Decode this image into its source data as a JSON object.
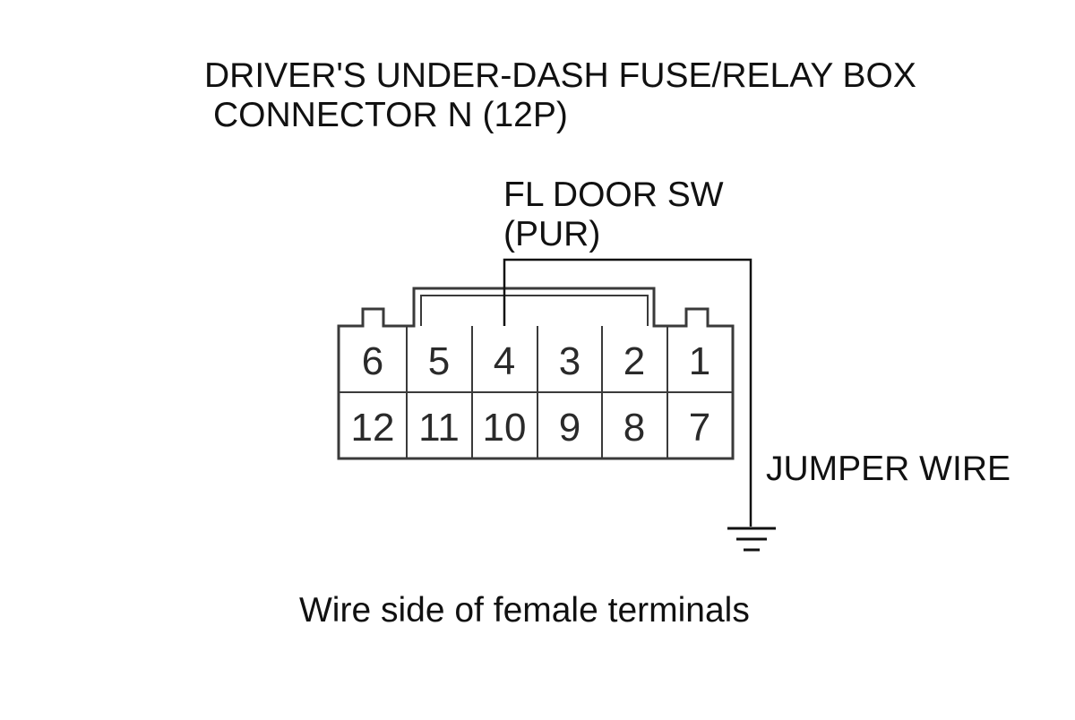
{
  "title": {
    "line1": "DRIVER'S UNDER-DASH FUSE/RELAY BOX",
    "line2": "CONNECTOR N (12P)"
  },
  "wire_label": {
    "line1": "FL DOOR SW",
    "line2": "(PUR)"
  },
  "jumper_label": "JUMPER WIRE",
  "caption": "Wire side of female terminals",
  "connector": {
    "top_row": [
      "6",
      "5",
      "4",
      "3",
      "2",
      "1"
    ],
    "bottom_row": [
      "12",
      "11",
      "10",
      "9",
      "8",
      "7"
    ],
    "probed_terminal": "4"
  },
  "icons": {
    "ground": "ground-symbol-icon"
  },
  "colors": {
    "line": "#111111",
    "connector_outline": "#3a3a3a"
  }
}
